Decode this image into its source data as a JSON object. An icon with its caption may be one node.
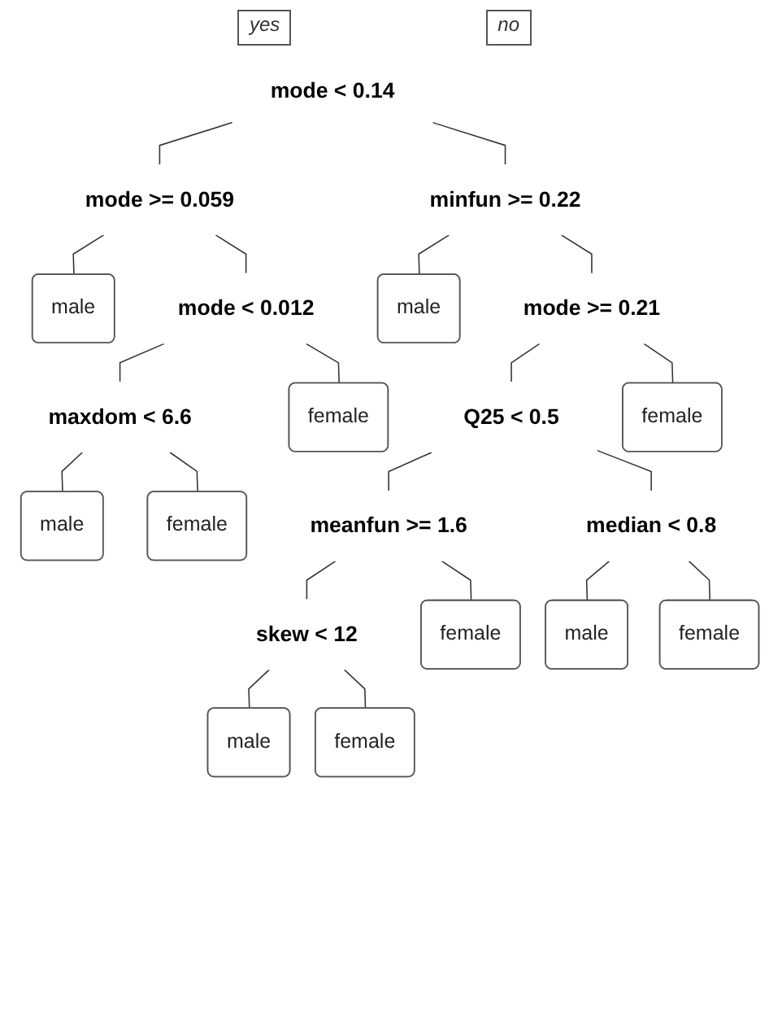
{
  "diagram": {
    "nodes": [
      {
        "text": [
          "mode < 0.14"
        ]
      },
      {
        "text": [
          "mode >= 0.059"
        ]
      },
      {
        "text": [
          "minfun >= 0.22"
        ]
      },
      {
        "text": [
          "mode < 0.012"
        ]
      },
      {
        "text": [
          "mode >= 0.21"
        ]
      },
      {
        "text": [
          "male"
        ]
      },
      {
        "text": [
          "male"
        ]
      },
      {
        "text": [
          "female"
        ]
      },
      {
        "text": [
          "female"
        ]
      },
      {
        "text": [
          "maxdom < 6.6"
        ]
      },
      {
        "text": [
          "Q25 < 0.5"
        ]
      },
      {
        "text": [
          "female"
        ]
      },
      {
        "text": [
          "median < 0.8"
        ]
      },
      {
        "text": [
          "male"
        ]
      },
      {
        "text": [
          "meanfun >= 1.6"
        ]
      },
      {
        "text": [
          "female"
        ]
      },
      {
        "text": [
          "female"
        ]
      },
      {
        "text": [
          "male"
        ]
      },
      {
        "text": [
          "skew < 12"
        ]
      },
      {
        "text": [
          "female"
        ]
      },
      {
        "text": [
          "male"
        ]
      }
    ],
    "edges": [
      {
        "from": 0,
        "to": 1,
        "arrow": "none"
      },
      {
        "from": 0,
        "to": 2,
        "arrow": "none"
      },
      {
        "from": 1,
        "to": 5,
        "arrow": "none"
      },
      {
        "from": 1,
        "to": 3,
        "arrow": "none"
      },
      {
        "from": 2,
        "to": 6,
        "arrow": "none"
      },
      {
        "from": 2,
        "to": 4,
        "arrow": "none"
      },
      {
        "from": 3,
        "to": 9,
        "arrow": "none"
      },
      {
        "from": 3,
        "to": 7,
        "arrow": "none"
      },
      {
        "from": 4,
        "to": 10,
        "arrow": "none"
      },
      {
        "from": 4,
        "to": 8,
        "arrow": "none"
      },
      {
        "from": 9,
        "to": 13,
        "arrow": "none"
      },
      {
        "from": 9,
        "to": 11,
        "arrow": "none"
      },
      {
        "from": 10,
        "to": 14,
        "arrow": "none"
      },
      {
        "from": 10,
        "to": 12,
        "arrow": "none"
      },
      {
        "from": 14,
        "to": 18,
        "arrow": "none"
      },
      {
        "from": 14,
        "to": 15,
        "arrow": "none"
      },
      {
        "from": 12,
        "to": 17,
        "arrow": "none"
      },
      {
        "from": 12,
        "to": 16,
        "arrow": "none"
      },
      {
        "from": 18,
        "to": 20,
        "arrow": "none"
      },
      {
        "from": 18,
        "to": 19,
        "arrow": "none"
      }
    ],
    "labels": [
      "yes",
      "no"
    ]
  }
}
